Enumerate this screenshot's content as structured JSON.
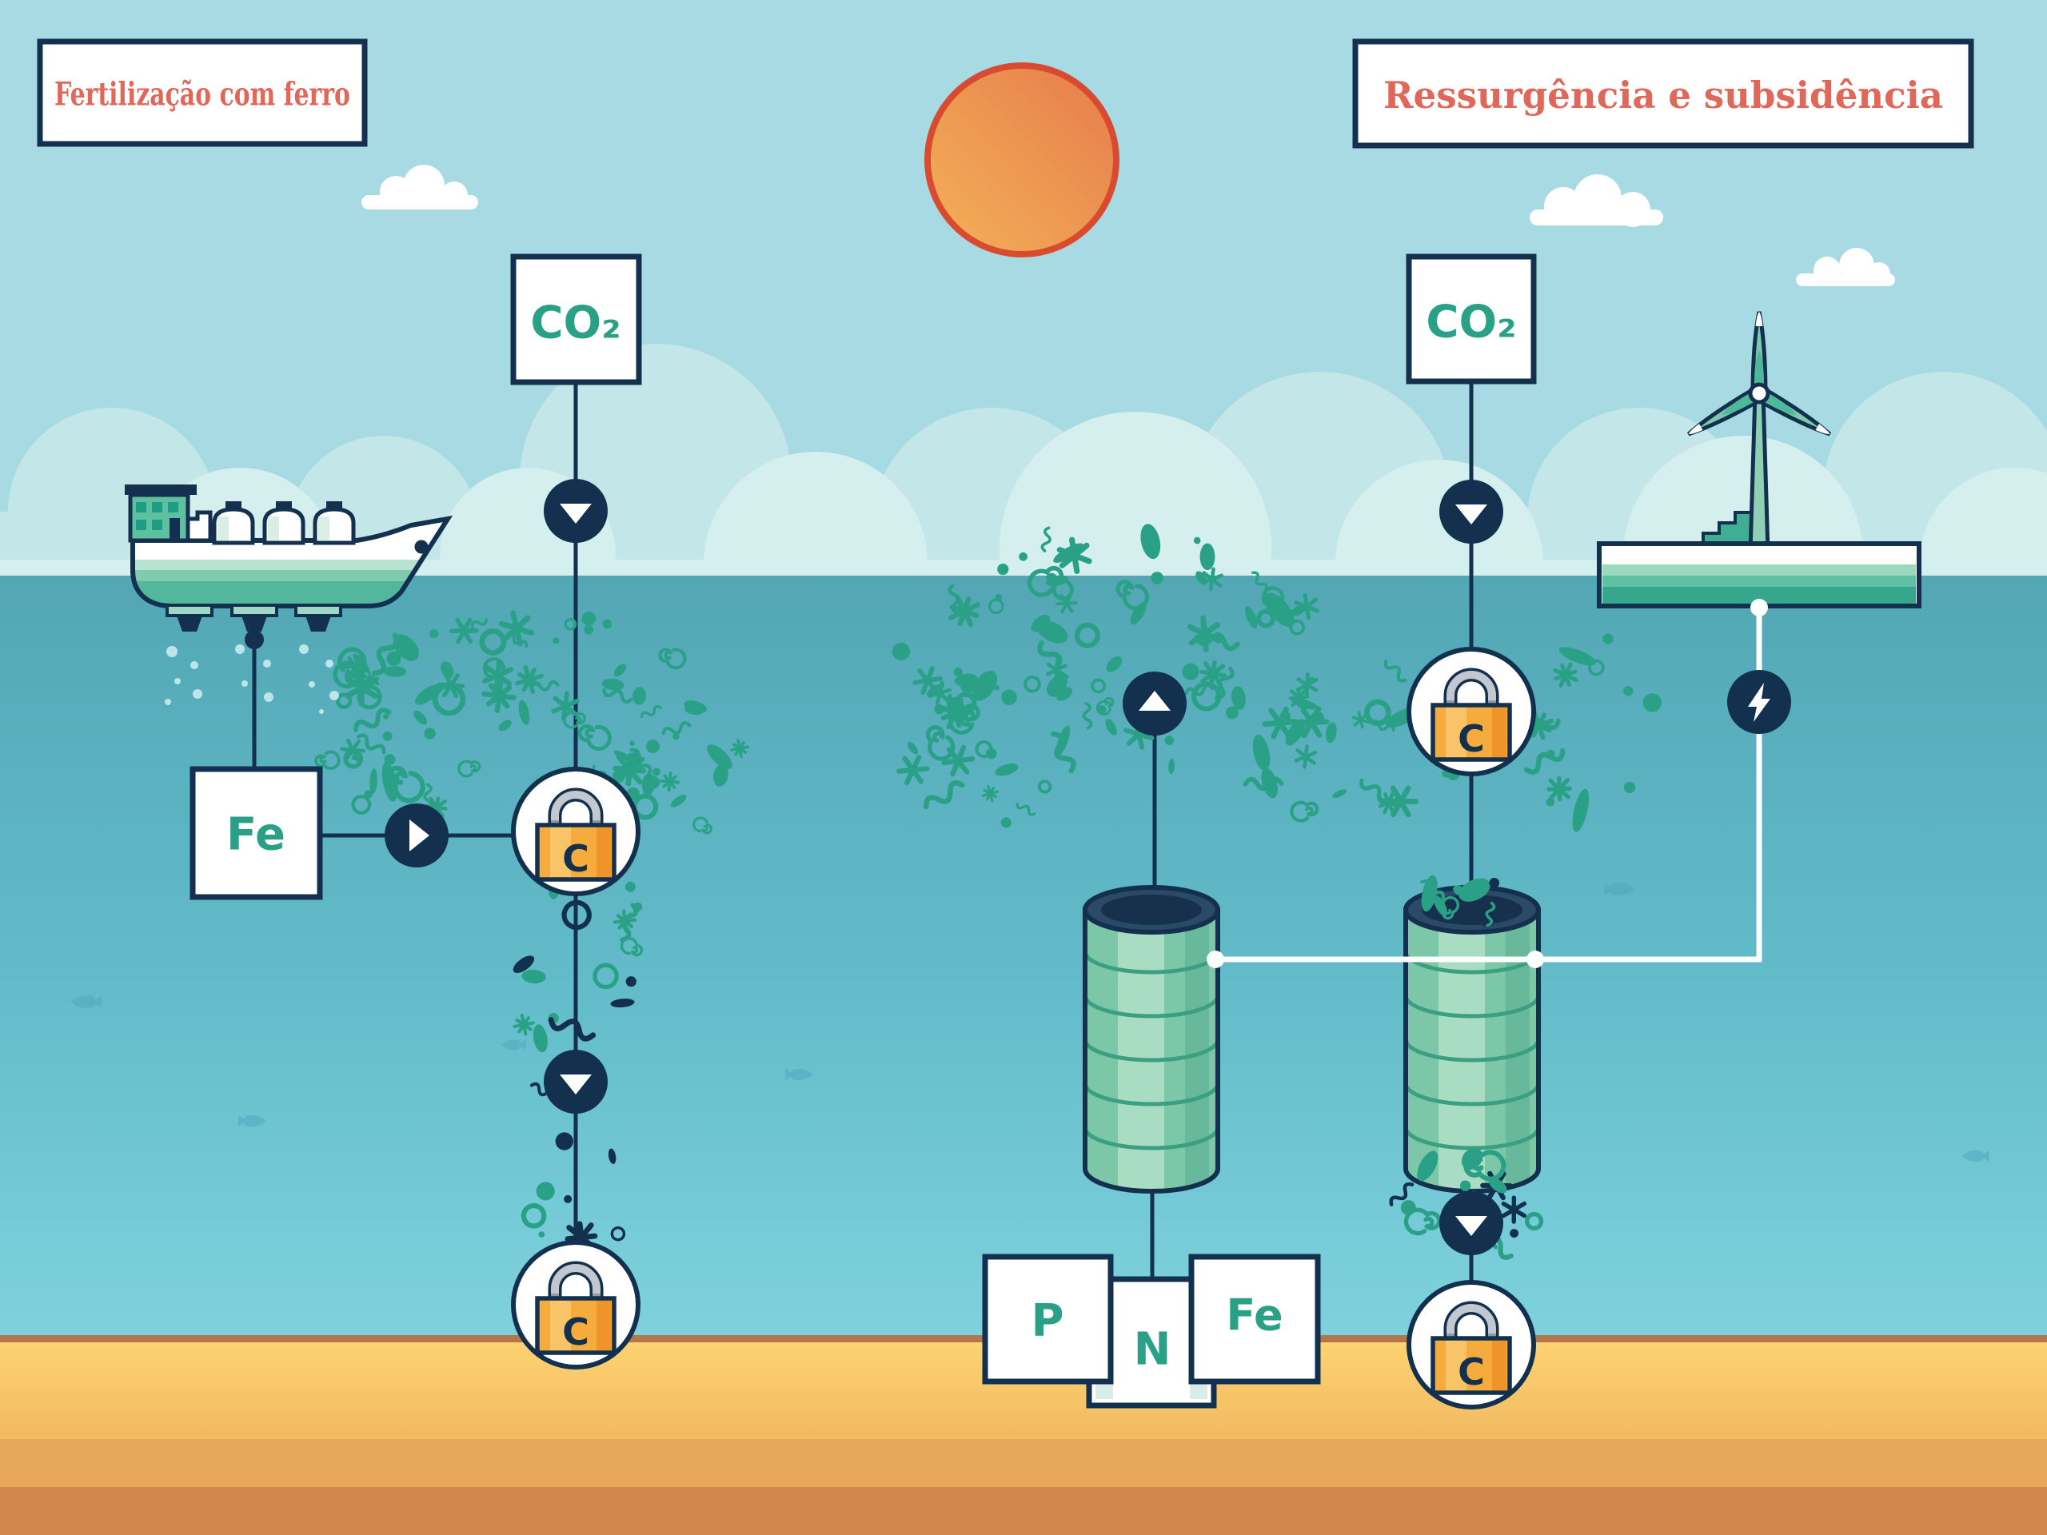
{
  "left_panel": {
    "title": "Fertilização com ferro",
    "co2_label": "CO₂",
    "iron_label": "Fe",
    "carbon_label": "C"
  },
  "right_panel": {
    "title": "Ressurgência e subsidência",
    "co2_label": "CO₂",
    "phosphorus_label": "P",
    "nitrogen_label": "N",
    "iron_label": "Fe",
    "carbon_label": "C"
  },
  "icons": {
    "down_arrow": "▼",
    "up_arrow": "▲",
    "play_arrow": "▶",
    "lightning": "⚡",
    "lock": "padlock-with-C"
  },
  "colors": {
    "navy": "#13304e",
    "green": "#2aa187",
    "coral": "#e0685a",
    "sky": "#a7dae2",
    "ocean-top": "#53a7b5",
    "ocean-mid": "#63bcca",
    "ocean-bottom": "#7ed2dd",
    "sand-top": "#fdd271",
    "sand-mid": "#e7a85b",
    "sand-deep": "#d1864a",
    "sand-line": "#b5764a",
    "cloud-a": "#c3e6e9",
    "cloud-b": "#d5eeee",
    "white-line": "#ffffff",
    "lock-orange": "#f6ab3d",
    "lock-orange-light": "#f9c367",
    "lock-orange-dark": "#ee9428",
    "pipe-green": "#7cc7a8",
    "pipe-green-light": "#a8dcc3",
    "pipe-green-dark": "#68b89b",
    "pipe-ring": "#3b9f82",
    "sun-stroke": "#d84b30"
  }
}
